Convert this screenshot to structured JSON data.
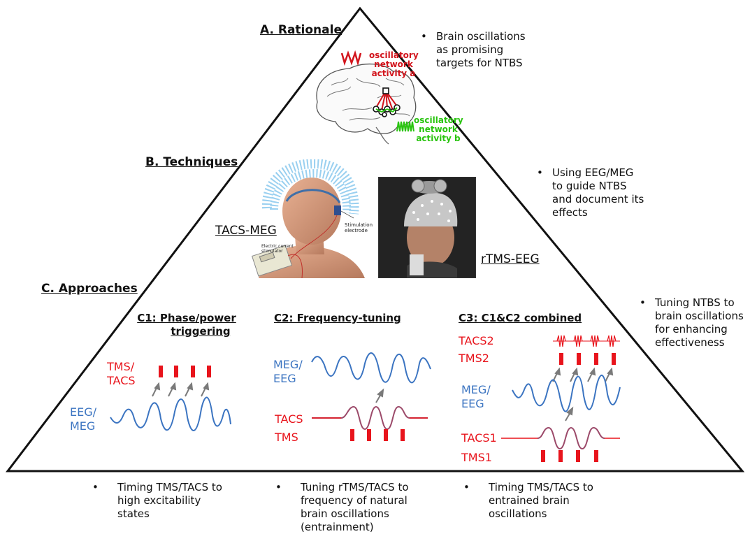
{
  "sections": {
    "a": "A. Rationale",
    "b": "B. Techniques",
    "c": "C. Approaches"
  },
  "brain": {
    "red_label": [
      "oscillatory",
      "network",
      "activity a"
    ],
    "green_label": [
      "oscillatory",
      "network",
      "activity b"
    ],
    "colors": {
      "red": "#d2141c",
      "green": "#29c40f"
    }
  },
  "techniques": {
    "left": "TACS-MEG",
    "right": "rTMS-EEG",
    "tacs_small_labels": [
      "Stimulation",
      "electrode",
      "Electric current",
      "stimulator"
    ]
  },
  "side_bullets": [
    [
      "Brain oscillations",
      "as promising",
      "targets for NTBS"
    ],
    [
      "Using EEG/MEG",
      "to guide NTBS",
      "and document its",
      "effects"
    ],
    [
      "Tuning NTBS to",
      "brain oscillations",
      "for enhancing",
      "effectiveness"
    ]
  ],
  "approaches": {
    "c1": {
      "title": [
        "C1: Phase/power",
        "triggering"
      ],
      "red": [
        "TMS/",
        "TACS"
      ],
      "blue": [
        "EEG/",
        "MEG"
      ]
    },
    "c2": {
      "title": "C2: Frequency-tuning",
      "blue": [
        "MEG/",
        "EEG"
      ],
      "red": [
        "TACS",
        "TMS"
      ]
    },
    "c3": {
      "title": "C3: C1&C2 combined",
      "red_top": [
        "TACS2",
        "TMS2"
      ],
      "blue": [
        "MEG/",
        "EEG"
      ],
      "red_bottom": [
        "TACS1",
        "TMS1"
      ]
    }
  },
  "bottom_bullets": [
    [
      "Timing TMS/TACS to",
      "high excitability",
      "states"
    ],
    [
      "Tuning rTMS/TACS to",
      "frequency of natural",
      "brain oscillations",
      "(entrainment)"
    ],
    [
      "Timing TMS/TACS to",
      "entrained brain",
      "oscillations"
    ]
  ],
  "bullet_symbol": "•",
  "colors": {
    "signal_blue": "#3b74c1",
    "stim_red": "#e8141c",
    "tacs_wave": "#9c4a6a",
    "arrow_gray": "#7a7a7a"
  }
}
